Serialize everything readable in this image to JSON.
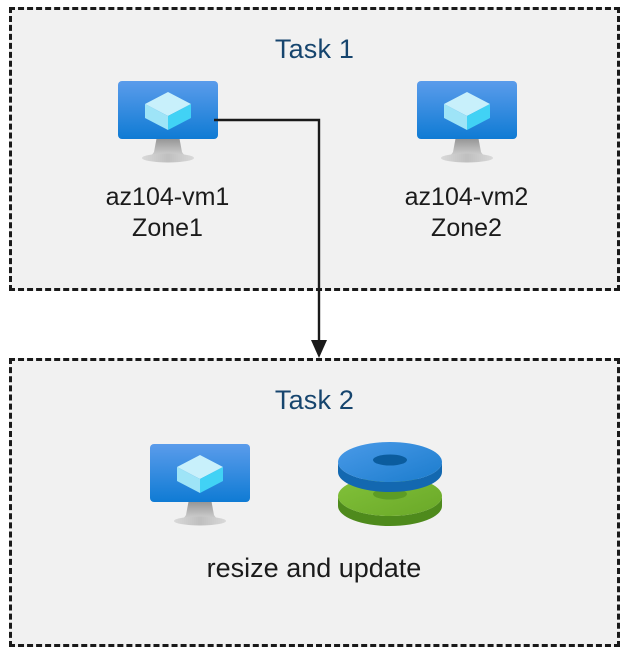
{
  "diagram": {
    "background_color": "#ffffff",
    "box_fill_color": "#f1f1f1",
    "box_border_color": "#1a1a1a",
    "title_color": "#16456e",
    "label_color": "#1b1b1b",
    "connector_color": "#1a1a1a"
  },
  "task1": {
    "title": "Task 1",
    "vms": [
      {
        "icon": "virtual-machine-icon",
        "name": "az104-vm1",
        "zone": "Zone1",
        "label": "az104-vm1\nZone1"
      },
      {
        "icon": "virtual-machine-icon",
        "name": "az104-vm2",
        "zone": "Zone2",
        "label": "az104-vm2\nZone2"
      }
    ]
  },
  "task2": {
    "title": "Task 2",
    "caption": "resize and update",
    "vm": {
      "icon": "virtual-machine-icon",
      "label": ""
    },
    "disks": [
      {
        "icon": "disk-icon",
        "color": "#1b84d8",
        "name": "blue-disk"
      },
      {
        "icon": "disk-icon",
        "color": "#69ac2b",
        "name": "green-disk"
      }
    ]
  },
  "connector": {
    "from": "az104-vm1",
    "to": "Task 2",
    "style": "elbow-arrow",
    "arrow_head": "filled-triangle"
  },
  "icon_colors": {
    "monitor_screen_top": "#5b9ceb",
    "monitor_screen_bottom": "#0f7bd4",
    "monitor_stand": "#9e9e9e",
    "cube_top": "#c8f0fb",
    "cube_left": "#9ee4f7",
    "cube_right": "#41d2f5",
    "disk_blue_top": "#2f8ede",
    "disk_blue_side": "#1574c4",
    "disk_blue_hole": "#0b5c9e",
    "disk_green_top": "#74b62e",
    "disk_green_side": "#54901f",
    "disk_green_hole": "#5d9c24"
  }
}
